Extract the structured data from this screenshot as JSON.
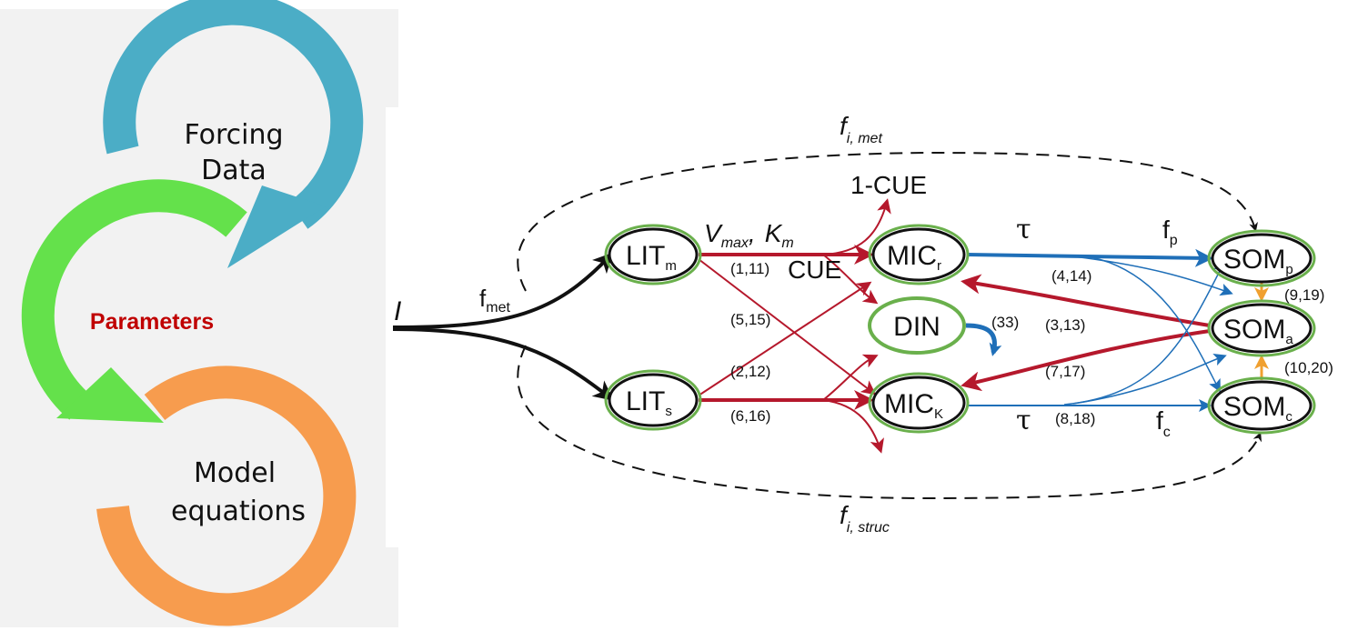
{
  "colors": {
    "panel_bg": "#f2f2f2",
    "blue_arc": "#4badc6",
    "green_arc": "#64e14b",
    "orange_arc": "#f79c4e",
    "parameters_text": "#c00000",
    "pool_ring": "#6ab04c",
    "red_flux": "#b5182c",
    "blue_flux": "#1f6fb8",
    "orange_flux": "#f0a030",
    "black_flux": "#111111"
  },
  "cycle": {
    "forcing": {
      "line1": "Forcing",
      "line2": "Data"
    },
    "parameters": "Parameters",
    "model": {
      "line1": "Model",
      "line2": "equations"
    }
  },
  "pools": {
    "lit_m": {
      "main": "LIT",
      "sub": "m"
    },
    "lit_s": {
      "main": "LIT",
      "sub": "s"
    },
    "mic_r": {
      "main": "MIC",
      "sub": "r"
    },
    "mic_k": {
      "main": "MIC",
      "sub": "K"
    },
    "din": {
      "main": "DIN",
      "sub": ""
    },
    "som_p": {
      "main": "SOM",
      "sub": "p"
    },
    "som_a": {
      "main": "SOM",
      "sub": "a"
    },
    "som_c": {
      "main": "SOM",
      "sub": "c"
    }
  },
  "labels": {
    "input": "I",
    "f_met_main": "f",
    "f_met_sub": "met",
    "f_i_met_main": "f",
    "f_i_met_sub": "i, met",
    "f_i_struc_main": "f",
    "f_i_struc_sub": "i, struc",
    "one_cue": "1-CUE",
    "cue": "CUE",
    "vmax_main": "V",
    "vmax_sub": "max",
    "km_comma": ",",
    "km_main": "K",
    "km_sub": "m",
    "tau_top": "τ",
    "tau_bottom": "τ",
    "fp_main": "f",
    "fp_sub": "p",
    "fc_main": "f",
    "fc_sub": "c"
  },
  "fluxes": {
    "f_1_11": "(1,11)",
    "f_5_15": "(5,15)",
    "f_2_12": "(2,12)",
    "f_6_16": "(6,16)",
    "f_4_14": "(4,14)",
    "f_3_13": "(3,13)",
    "f_7_17": "(7,17)",
    "f_8_18": "(8,18)",
    "f_33": "(33)",
    "f_9_19": "(9,19)",
    "f_10_20": "(10,20)"
  }
}
